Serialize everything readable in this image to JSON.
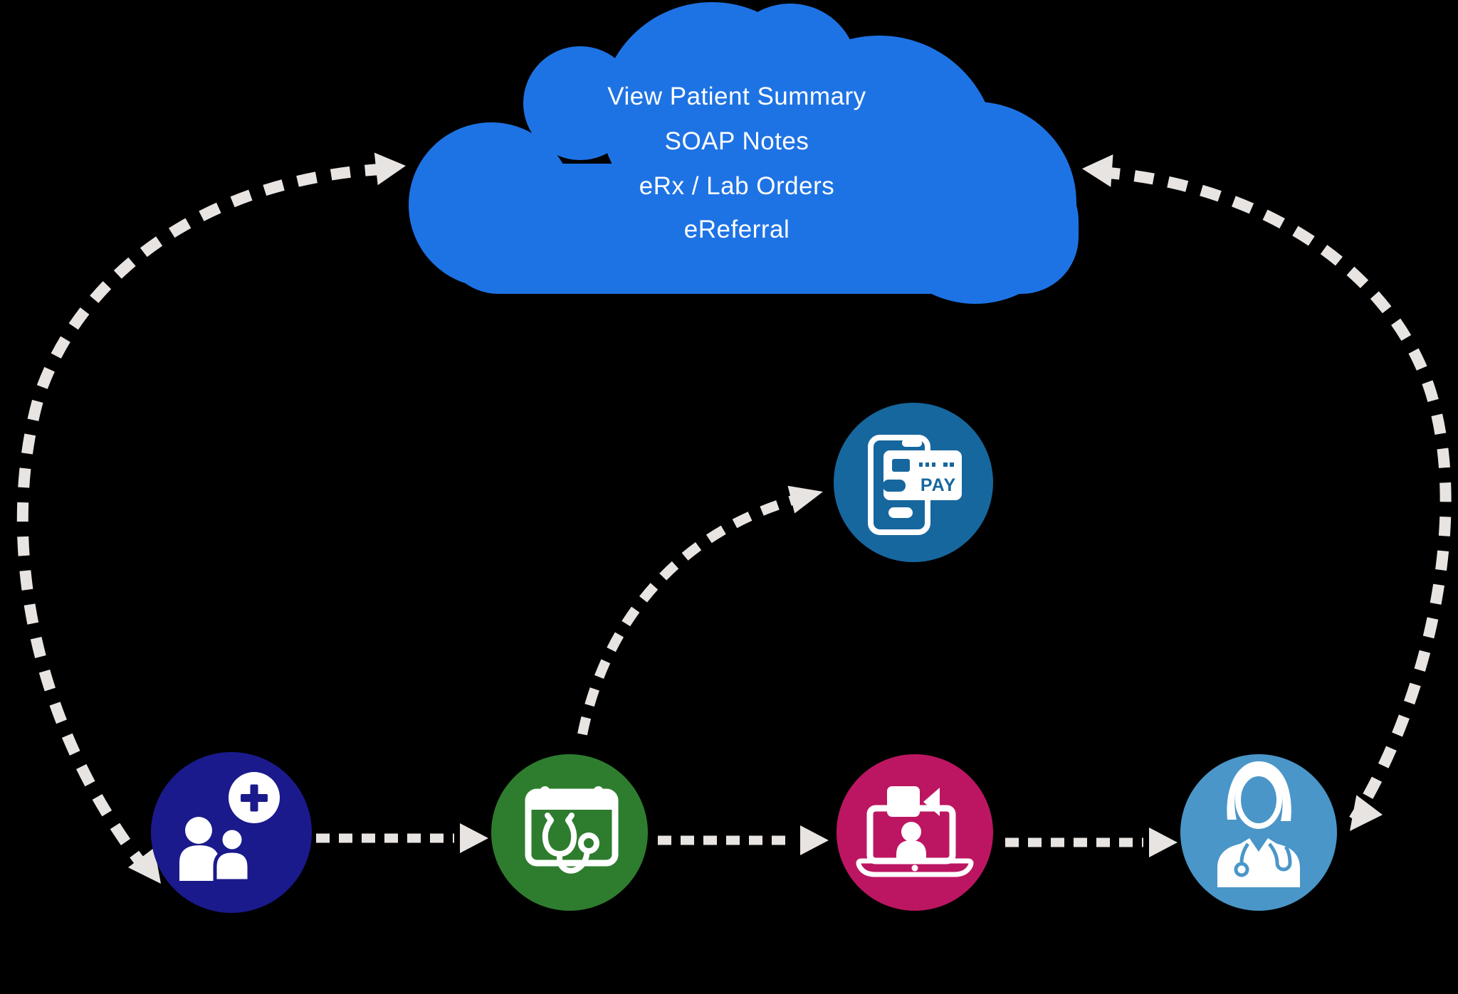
{
  "background": "#000000",
  "cloud": {
    "fill": "#1E73E4",
    "text_color": "#FFFFFF",
    "lines": [
      "View Patient Summary",
      "SOAP Notes",
      "eRx / Lab Orders",
      "eReferral"
    ]
  },
  "arrows": {
    "color": "#E8E4E1",
    "style": "dashed",
    "connections": [
      {
        "from": "patient-node",
        "to": "cloud",
        "bidirectional": true
      },
      {
        "from": "doctor-node",
        "to": "cloud",
        "bidirectional": true
      },
      {
        "from": "patient-node",
        "to": "appointment-node",
        "bidirectional": false
      },
      {
        "from": "appointment-node",
        "to": "video-consult-node",
        "bidirectional": false
      },
      {
        "from": "video-consult-node",
        "to": "doctor-node",
        "bidirectional": false
      },
      {
        "from": "appointment-node",
        "to": "payment-node",
        "bidirectional": false
      }
    ]
  },
  "nodes": {
    "patient": {
      "icon": "patient-add-icon",
      "fill": "#1A1A8C",
      "icon_color": "#FFFFFF"
    },
    "appointment": {
      "icon": "calendar-stethoscope-icon",
      "fill": "#2E7D2E",
      "icon_color": "#FFFFFF"
    },
    "payment": {
      "icon": "mobile-pay-icon",
      "fill": "#16679E",
      "icon_color": "#FFFFFF",
      "pay_label": "PAY"
    },
    "video": {
      "icon": "laptop-video-icon",
      "fill": "#BC1662",
      "icon_color": "#FFFFFF"
    },
    "doctor": {
      "icon": "doctor-icon",
      "fill": "#4A96C8",
      "icon_color": "#FFFFFF"
    }
  }
}
